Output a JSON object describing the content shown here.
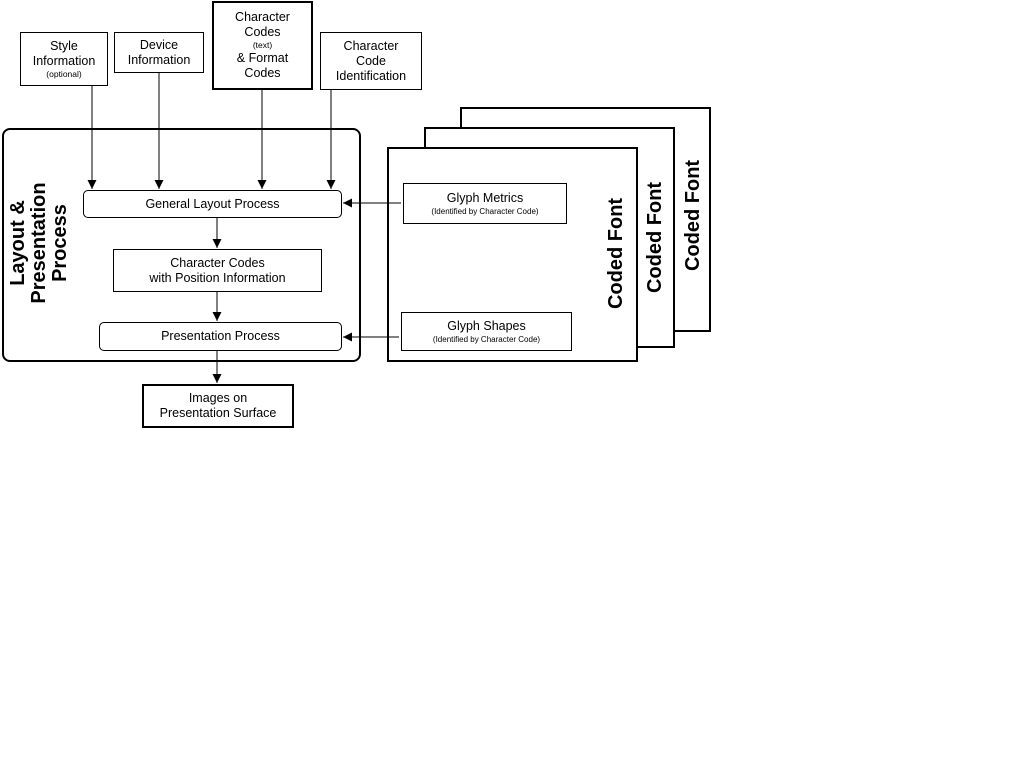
{
  "inputs": {
    "style": {
      "line1": "Style",
      "line2": "Information",
      "note": "(optional)"
    },
    "device": {
      "line1": "Device",
      "line2": "Information"
    },
    "char_codes": {
      "line1": "Character",
      "line2": "Codes",
      "note": "(text)",
      "line3": "& Format",
      "line4": "Codes"
    },
    "char_code_id": {
      "line1": "Character",
      "line2": "Code",
      "line3": "Identification"
    }
  },
  "layout_group": {
    "title_line1": "Layout &",
    "title_line2": "Presentation",
    "title_line3": "Process",
    "general_layout": "General Layout Process",
    "positioned_codes_line1": "Character Codes",
    "positioned_codes_line2": "with Position Information",
    "presentation": "Presentation Process"
  },
  "output": {
    "line1": "Images on",
    "line2": "Presentation Surface"
  },
  "fonts": {
    "card_label": "Coded Font",
    "glyph_metrics": {
      "title": "Glyph Metrics",
      "note": "(Identified by Character Code)"
    },
    "glyph_shapes": {
      "title": "Glyph Shapes",
      "note": "(Identified by Character Code)"
    }
  }
}
